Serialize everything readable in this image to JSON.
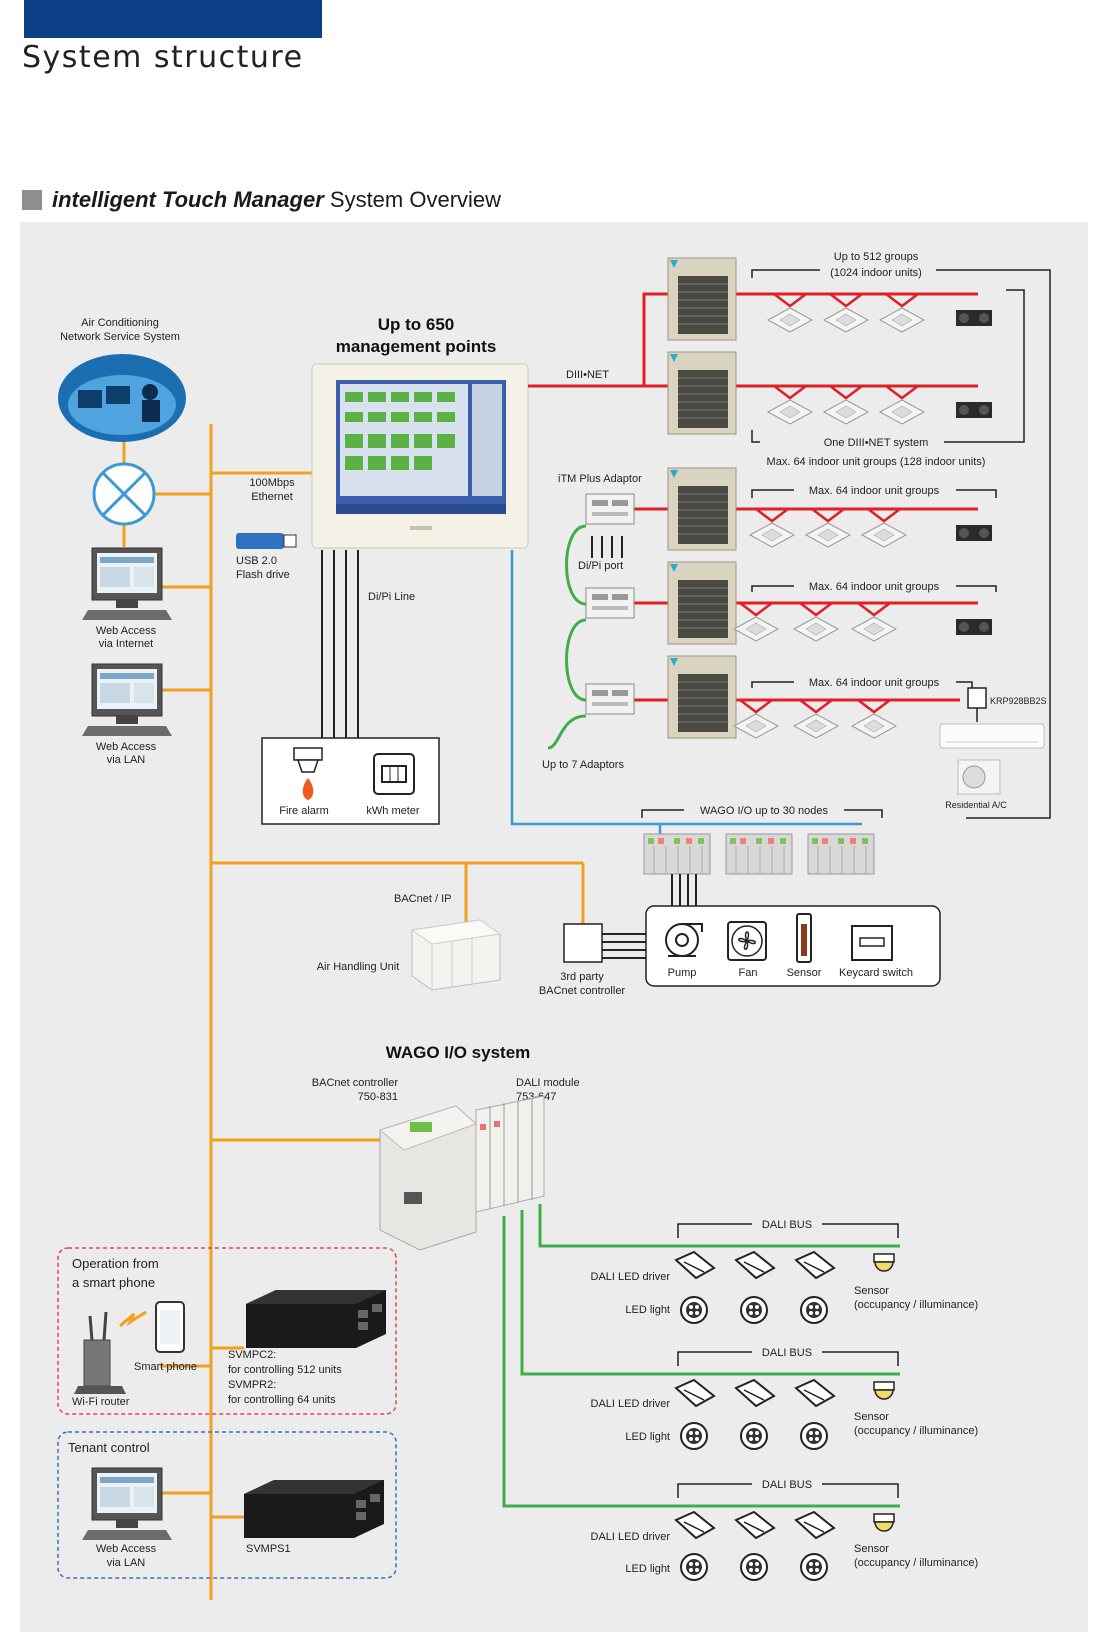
{
  "header": {
    "title": "System structure"
  },
  "overview": {
    "title_italic": "intelligent Touch Manager",
    "title_rest": "System Overview"
  },
  "center": {
    "itm_line1": "Up to 650",
    "itm_line2": "management points",
    "ethernet_l1": "100Mbps",
    "ethernet_l2": "Ethernet",
    "usb_l1": "USB 2.0",
    "usb_l2": "Flash drive",
    "dipi_line": "Di/Pi Line",
    "fire_alarm": "Fire alarm",
    "kwh_meter": "kWh meter"
  },
  "left": {
    "ac_service_l1": "Air Conditioning",
    "ac_service_l2": "Network Service System",
    "web_internet_l1": "Web Access",
    "web_internet_l2": "via Internet",
    "web_lan_l1": "Web Access",
    "web_lan_l2": "via LAN"
  },
  "diii": {
    "diii_net": "DIII•NET",
    "groups_l1": "Up to 512 groups",
    "groups_l2": "(1024 indoor units)",
    "one_system": "One DIII•NET system",
    "max_note": "Max. 64 indoor unit groups (128 indoor units)",
    "itm_plus": "iTM Plus Adaptor",
    "dipi_port": "Di/Pi port",
    "max64_a": "Max. 64 indoor unit groups",
    "max64_b": "Max. 64 indoor unit groups",
    "max64_c": "Max. 64 indoor unit groups",
    "krp": "KRP928BB2S",
    "residential": "Residential A/C",
    "up_to_7": "Up to 7 Adaptors"
  },
  "wago_io": {
    "nodes": "WAGO I/O up to 30 nodes",
    "devices": [
      "Pump",
      "Fan",
      "Sensor",
      "Keycard switch"
    ]
  },
  "bacnet": {
    "bacnet_ip": "BACnet / IP",
    "ahu": "Air Handling Unit",
    "third_l1": "3rd party",
    "third_l2": "BACnet controller"
  },
  "wago_system": {
    "title": "WAGO I/O system",
    "ctrl_l1": "BACnet controller",
    "ctrl_l2": "750-831",
    "dali_l1": "DALI module",
    "dali_l2": "753-647"
  },
  "dali": {
    "bus": "DALI BUS",
    "driver": "DALI LED driver",
    "light": "LED light",
    "sensor_l1": "Sensor",
    "sensor_l2": "(occupancy / illuminance)"
  },
  "smart": {
    "title_l1": "Operation from",
    "title_l2": "a smart phone",
    "phone": "Smart phone",
    "router": "Wi-Fi router",
    "svm_l1": "SVMPC2:",
    "svm_l2": "for controlling 512 units",
    "svm_l3": "SVMPR2:",
    "svm_l4": "for controlling 64 units"
  },
  "tenant": {
    "title": "Tenant control",
    "web_l1": "Web Access",
    "web_l2": "via LAN",
    "svmps": "SVMPS1"
  },
  "colors": {
    "orange": "#f2a01e",
    "red": "#e01f26",
    "blue": "#3b9ad6",
    "green": "#3fae49",
    "navy": "#0b3f86"
  }
}
